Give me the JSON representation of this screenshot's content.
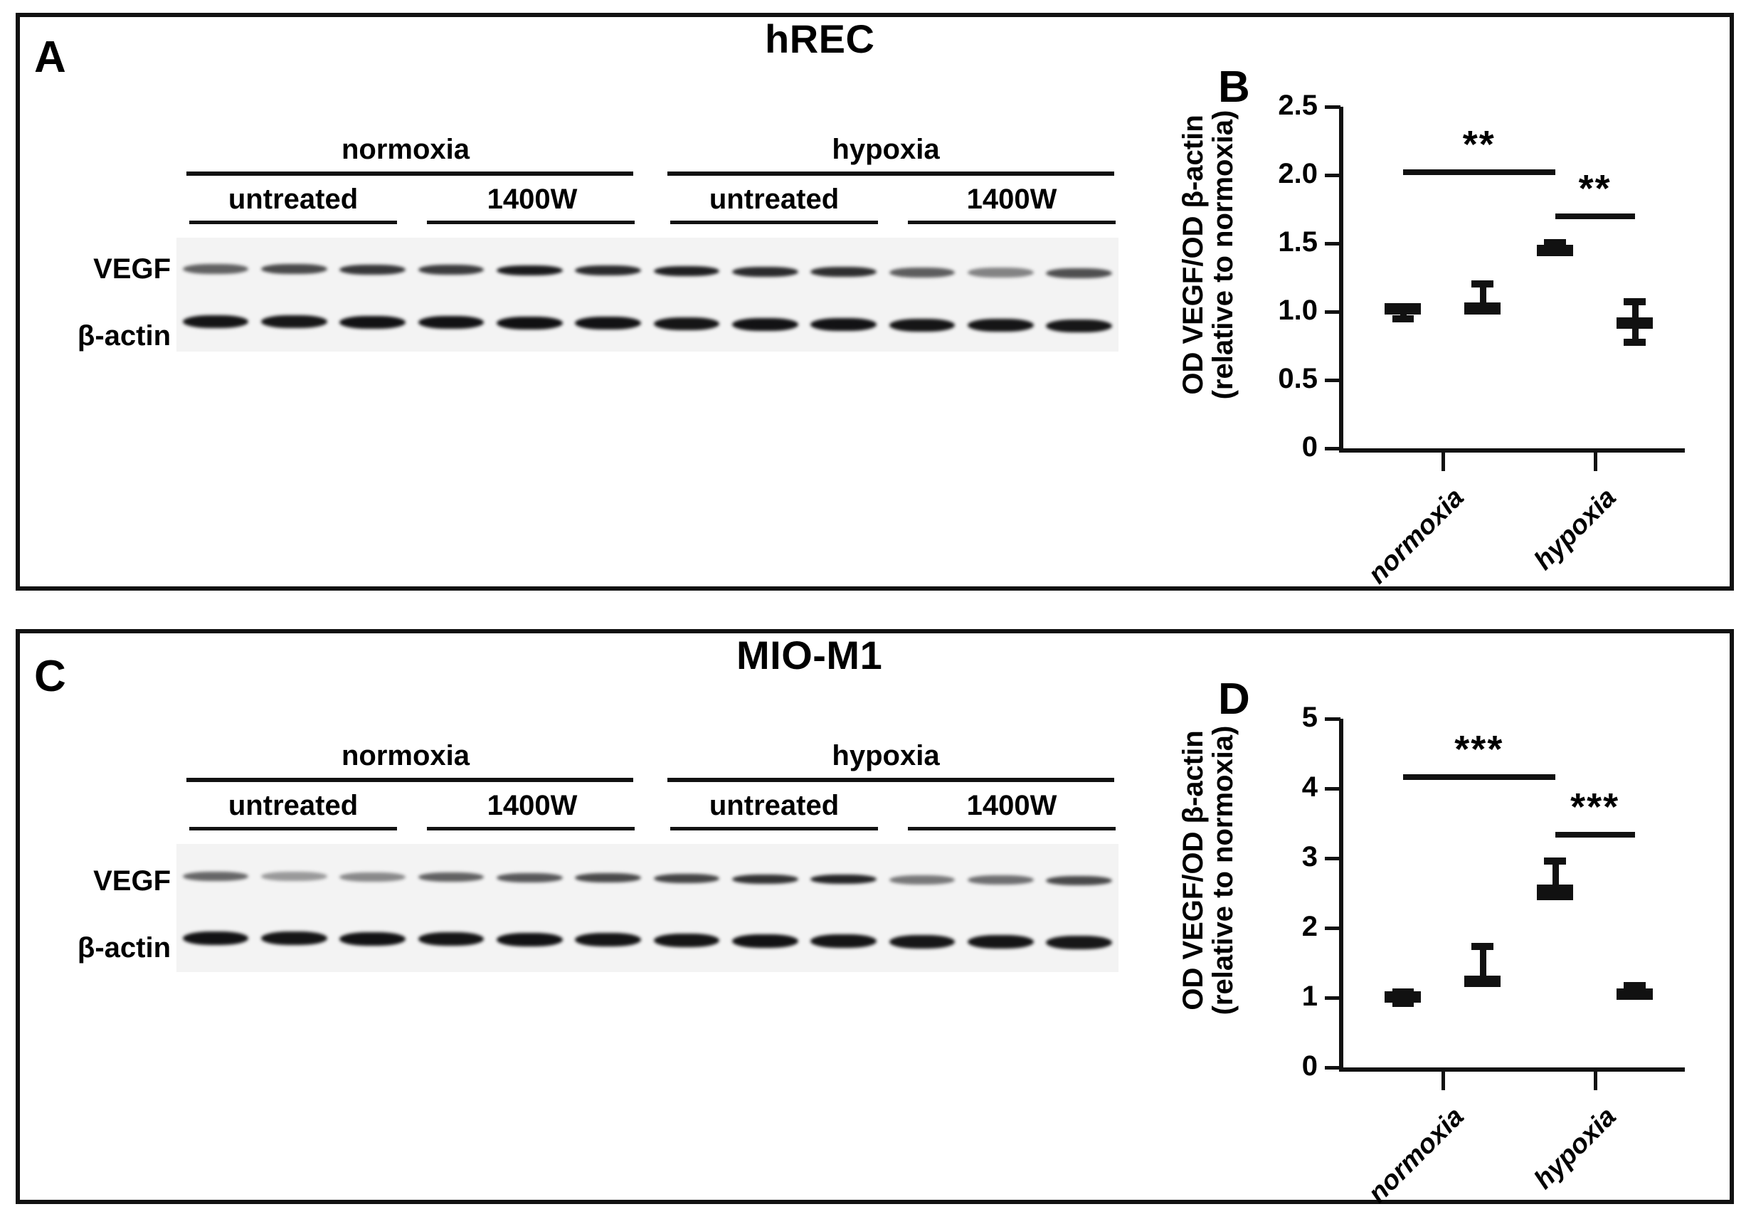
{
  "figure": {
    "panels": [
      {
        "letter": "A",
        "title": "hREC",
        "type": "western-blot",
        "condition_labels": [
          "normoxia",
          "hypoxia"
        ],
        "treatment_labels": [
          "untreated",
          "1400W",
          "untreated",
          "1400W"
        ],
        "row_labels": [
          "VEGF",
          "β-actin"
        ],
        "lane_count": 12,
        "vegf_intensities": [
          0.62,
          0.72,
          0.8,
          0.78,
          0.92,
          0.86,
          0.9,
          0.86,
          0.84,
          0.64,
          0.48,
          0.7
        ],
        "actin_intensities": [
          0.95,
          0.94,
          0.96,
          0.96,
          0.97,
          0.96,
          0.95,
          0.96,
          0.96,
          0.95,
          0.95,
          0.94
        ]
      },
      {
        "letter": "B",
        "type": "box-whisker",
        "chart_ref": 0
      },
      {
        "letter": "C",
        "title": "MIO-M1",
        "type": "western-blot",
        "condition_labels": [
          "normoxia",
          "hypoxia"
        ],
        "treatment_labels": [
          "untreated",
          "1400W",
          "untreated",
          "1400W"
        ],
        "row_labels": [
          "VEGF",
          "β-actin"
        ],
        "lane_count": 12,
        "vegf_intensities": [
          0.6,
          0.38,
          0.45,
          0.62,
          0.66,
          0.72,
          0.74,
          0.82,
          0.88,
          0.52,
          0.56,
          0.72
        ],
        "actin_intensities": [
          0.96,
          0.95,
          0.96,
          0.95,
          0.96,
          0.95,
          0.95,
          0.96,
          0.95,
          0.94,
          0.95,
          0.94
        ]
      },
      {
        "letter": "D",
        "type": "box-whisker",
        "chart_ref": 1
      }
    ],
    "colors": {
      "ink": "#111111",
      "blot_background": "#f3f3f3",
      "page_background": "#ffffff"
    }
  },
  "chart_data": [
    {
      "id": "panel-B",
      "type": "box",
      "title": "hREC",
      "xlabel": "",
      "ylabel": "OD VEGF/OD β-actin (relative to normoxia)",
      "ylabel_lines": [
        "OD VEGF/OD β-actin",
        "(relative to normoxia)"
      ],
      "ylim": [
        0,
        2.5
      ],
      "yticks": [
        0,
        0.5,
        1.0,
        1.5,
        2.0,
        2.5
      ],
      "ytick_labels": [
        "0",
        "0.5",
        "1.0",
        "1.5",
        "2.0",
        "2.5"
      ],
      "categories": [
        "normoxia",
        "hypoxia"
      ],
      "group_labels": [
        "untreated",
        "1400W"
      ],
      "grid": false,
      "legend": "none",
      "boxes": [
        {
          "category": "normoxia",
          "treatment": "untreated",
          "mean": 1.02,
          "box_low": 0.99,
          "box_high": 1.06,
          "whisker_low": 0.92,
          "whisker_high": 1.06
        },
        {
          "category": "normoxia",
          "treatment": "1400W",
          "mean": 1.02,
          "box_low": 0.98,
          "box_high": 1.07,
          "whisker_low": 0.98,
          "whisker_high": 1.23
        },
        {
          "category": "hypoxia",
          "treatment": "untreated",
          "mean": 1.46,
          "box_low": 1.42,
          "box_high": 1.49,
          "whisker_low": 1.42,
          "whisker_high": 1.53
        },
        {
          "category": "hypoxia",
          "treatment": "1400W",
          "mean": 0.92,
          "box_low": 0.88,
          "box_high": 0.96,
          "whisker_low": 0.75,
          "whisker_high": 1.1
        }
      ],
      "annotations": [
        {
          "label": "**",
          "from": "normoxia-untreated",
          "to": "hypoxia-untreated",
          "y": 2.04
        },
        {
          "label": "**",
          "from": "hypoxia-untreated",
          "to": "hypoxia-1400W",
          "y": 1.72
        }
      ]
    },
    {
      "id": "panel-D",
      "type": "box",
      "title": "MIO-M1",
      "xlabel": "",
      "ylabel": "OD VEGF/OD β-actin (relative to normoxia)",
      "ylabel_lines": [
        "OD VEGF/OD β-actin",
        "(relative to normoxia)"
      ],
      "ylim": [
        0,
        5
      ],
      "yticks": [
        0,
        1,
        2,
        3,
        4,
        5
      ],
      "ytick_labels": [
        "0",
        "1",
        "2",
        "3",
        "4",
        "5"
      ],
      "categories": [
        "normoxia",
        "hypoxia"
      ],
      "group_labels": [
        "untreated",
        "1400W"
      ],
      "grid": false,
      "legend": "none",
      "boxes": [
        {
          "category": "normoxia",
          "treatment": "untreated",
          "mean": 1.02,
          "box_low": 0.96,
          "box_high": 1.09,
          "whisker_low": 0.87,
          "whisker_high": 1.13
        },
        {
          "category": "normoxia",
          "treatment": "1400W",
          "mean": 1.25,
          "box_low": 1.16,
          "box_high": 1.32,
          "whisker_low": 1.16,
          "whisker_high": 1.79
        },
        {
          "category": "hypoxia",
          "treatment": "untreated",
          "mean": 2.52,
          "box_low": 2.4,
          "box_high": 2.62,
          "whisker_low": 2.4,
          "whisker_high": 3.01
        },
        {
          "category": "hypoxia",
          "treatment": "1400W",
          "mean": 1.07,
          "box_low": 1.0,
          "box_high": 1.13,
          "whisker_low": 0.97,
          "whisker_high": 1.22
        }
      ],
      "annotations": [
        {
          "label": "***",
          "from": "normoxia-untreated",
          "to": "hypoxia-untreated",
          "y": 4.2
        },
        {
          "label": "***",
          "from": "hypoxia-untreated",
          "to": "hypoxia-1400W",
          "y": 3.38
        }
      ]
    }
  ]
}
